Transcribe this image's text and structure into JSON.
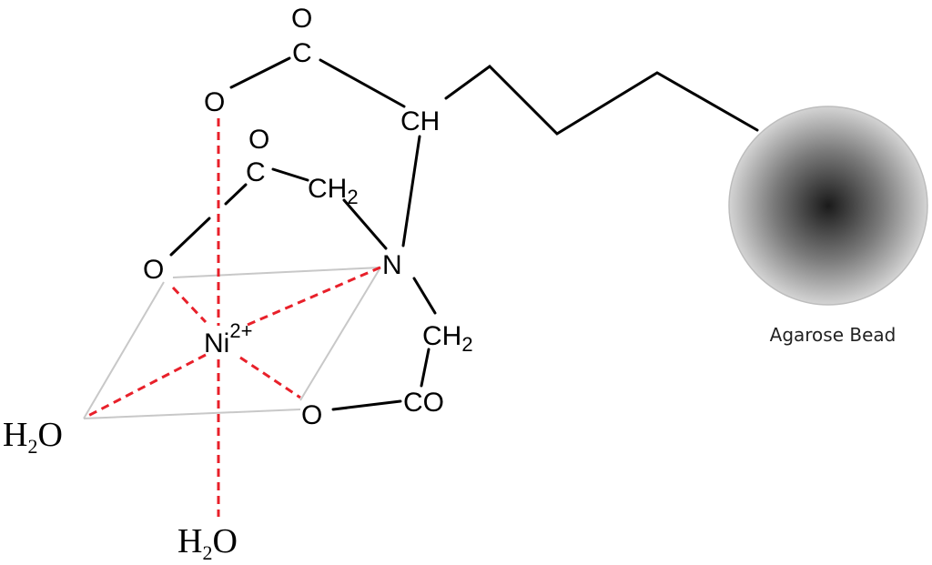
{
  "labels": {
    "o_carbonyl_top": "O",
    "c_top": "C",
    "o_ester": "O",
    "ch": "CH",
    "o_carbonyl_mid": "O",
    "c_mid": "C",
    "ch2_upper": "CH",
    "ch2_upper_sub": "2",
    "o_left": "O",
    "n": "N",
    "ni": "Ni",
    "ni_charge": "2+",
    "ch2_lower": "CH",
    "ch2_lower_sub": "2",
    "o_lower": "O",
    "co": "CO",
    "h2o_left_h": "H",
    "h2o_left_sub": "2",
    "h2o_left_o": "O",
    "h2o_bottom_h": "H",
    "h2o_bottom_sub": "2",
    "h2o_bottom_o": "O",
    "bead": "Agarose Bead"
  },
  "colors": {
    "bond": "#000000",
    "coordination": "#e8202a",
    "plane": "#c8c8c8",
    "bead_center": "#1a1a1a",
    "bead_edge": "#d0d0d0"
  }
}
